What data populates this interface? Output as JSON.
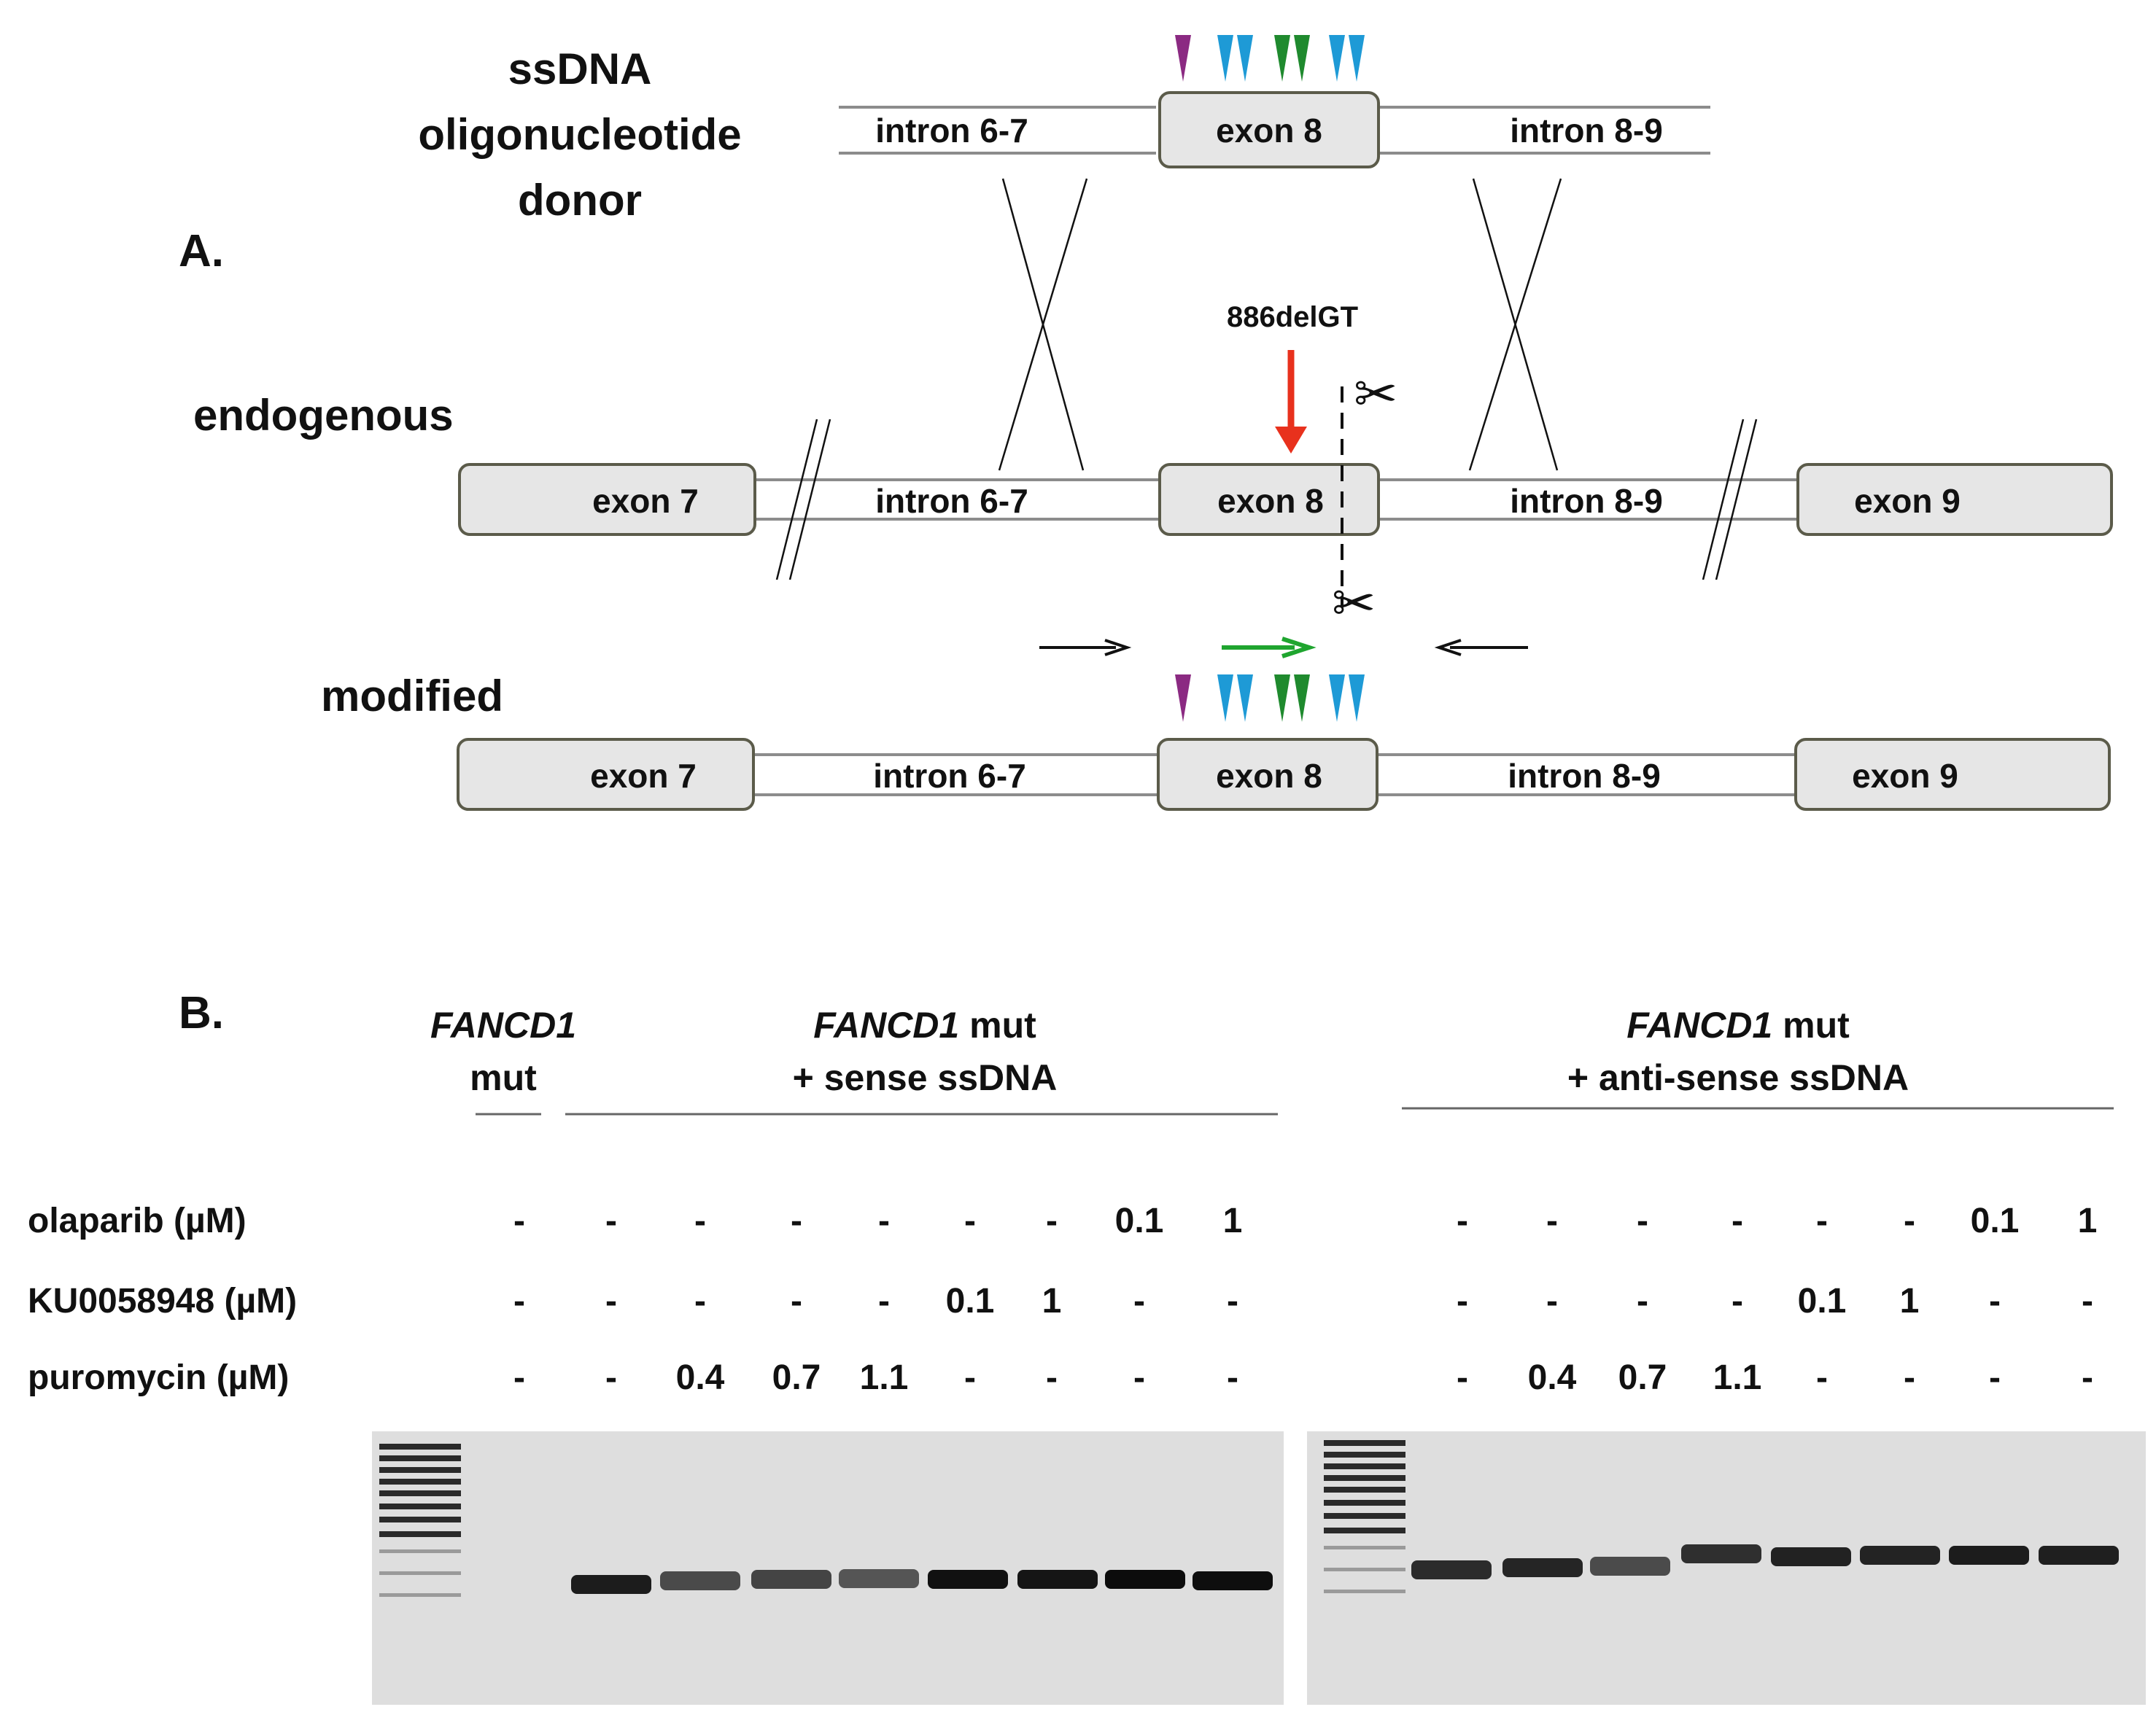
{
  "panelA": {
    "label": "A.",
    "donor_label": [
      "ssDNA",
      "oligonucleotide",
      "donor"
    ],
    "endogenous_label": "endogenous",
    "modified_label": "modified",
    "mutation_label": "886delGT",
    "donor_segments": {
      "intron_left": "intron 6-7",
      "exon": "exon 8",
      "intron_right": "intron 8-9"
    },
    "endogenous_segments": {
      "exon_left": "exon 7",
      "intron_left": "intron 6-7",
      "exon": "exon 8",
      "intron_right": "intron 8-9",
      "exon_right": "exon 9"
    },
    "modified_segments": {
      "exon_left": "exon 7",
      "intron_left": "intron 6-7",
      "exon": "exon 8",
      "intron_right": "intron 8-9",
      "exon_right": "exon 9"
    },
    "marker_colors": {
      "purple": "#8b2a82",
      "blue": "#1e9ad6",
      "green": "#1f8a2e",
      "red_arrow": "#e8311d",
      "primer_green": "#1fa52f"
    }
  },
  "panelB": {
    "label": "B.",
    "group_mut_line1": "FANCD1",
    "group_mut_line2": "mut",
    "group_sense_gene": "FANCD1",
    "group_sense_rest": " mut",
    "group_sense_line2": "+ sense ssDNA",
    "group_anti_gene": "FANCD1",
    "group_anti_rest": " mut",
    "group_anti_line2": "+ anti-sense ssDNA",
    "row_labels": [
      "olaparib (µM)",
      "KU0058948 (µM)",
      "puromycin (µM)"
    ],
    "olaparib": [
      "-",
      "-",
      "-",
      "-",
      "-",
      "-",
      "-",
      "0.1",
      "1",
      "-",
      "-",
      "-",
      "-",
      "-",
      "-",
      "0.1",
      "1"
    ],
    "ku": [
      "-",
      "-",
      "-",
      "-",
      "-",
      "0.1",
      "1",
      "-",
      "-",
      "-",
      "-",
      "-",
      "-",
      "0.1",
      "1",
      "-",
      "-"
    ],
    "puromycin": [
      "-",
      "-",
      "0.4",
      "0.7",
      "1.1",
      "-",
      "-",
      "-",
      "-",
      "-",
      "0.4",
      "0.7",
      "1.1",
      "-",
      "-",
      "-",
      "-"
    ]
  }
}
